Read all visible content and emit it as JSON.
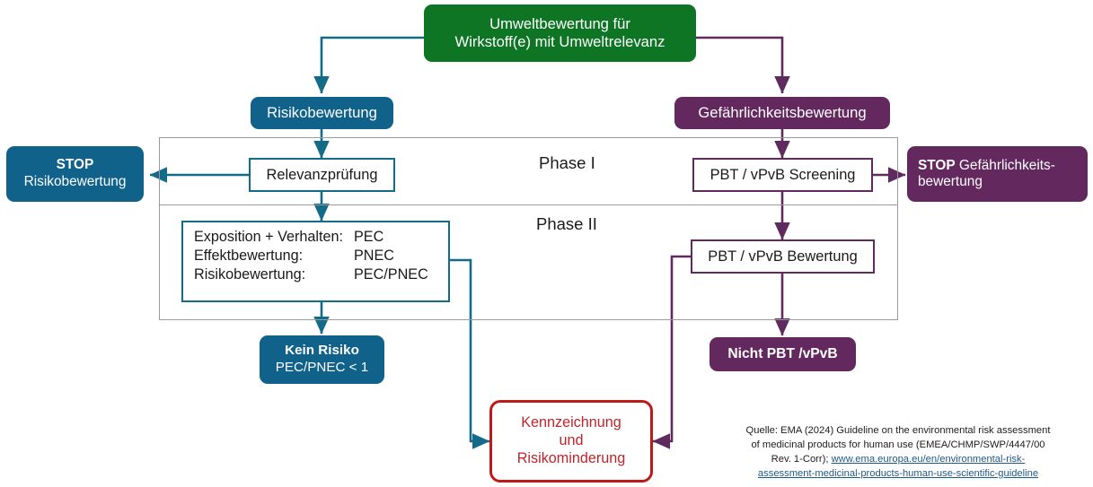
{
  "diagram": {
    "title_node": {
      "line1": "Umweltbewertung für",
      "line2": "Wirkstoff(e) mit Umweltrelevanz"
    },
    "branches": {
      "left_label": "Risikobewertung",
      "right_label": "Gefährlichkeitsbewertung"
    },
    "phases": {
      "phase1": "Phase I",
      "phase2": "Phase II"
    },
    "left_column": {
      "step1": "Relevanzprüfung",
      "stop": {
        "strong": "STOP",
        "rest": "Risikobewertung"
      },
      "phase2_box": {
        "rows": [
          {
            "label": "Exposition + Verhalten:",
            "value": "PEC"
          },
          {
            "label": "Effektbewertung:",
            "value": "PNEC"
          },
          {
            "label": "Risikobewertung:",
            "value": "PEC/PNEC"
          }
        ]
      },
      "outcome": {
        "strong": "Kein Risiko",
        "rest": "PEC/PNEC < 1"
      }
    },
    "right_column": {
      "step1": "PBT / vPvB Screening",
      "stop": {
        "strong": "STOP",
        "rest": "Gefährlichkeits-",
        "rest2": "bewertung"
      },
      "step2": "PBT / vPvB Bewertung",
      "outcome": "Nicht PBT /vPvB"
    },
    "mitigation": {
      "line1": "Kennzeichnung",
      "line2": "und",
      "line3": "Risikominderung"
    },
    "source": {
      "line1": "Quelle: EMA (2024) Guideline on the environmental risk assessment",
      "line2": "of medicinal products for human use (EMEA/CHMP/SWP/4447/00",
      "line3_prefix": "Rev. 1-Corr); ",
      "link1": "www.ema.europa.eu/en/environmental-risk-",
      "link2": "assessment-medicinal-products-human-use-scientific-guideline"
    },
    "colors": {
      "green": "#0d7524",
      "teal": "#10628a",
      "teal_line": "#136a89",
      "purple": "#63295f",
      "purple_line": "#5f2a5e",
      "red": "#bf1a1a",
      "frame_grey": "#9a9a9a",
      "link_blue": "#1d5a87"
    }
  }
}
